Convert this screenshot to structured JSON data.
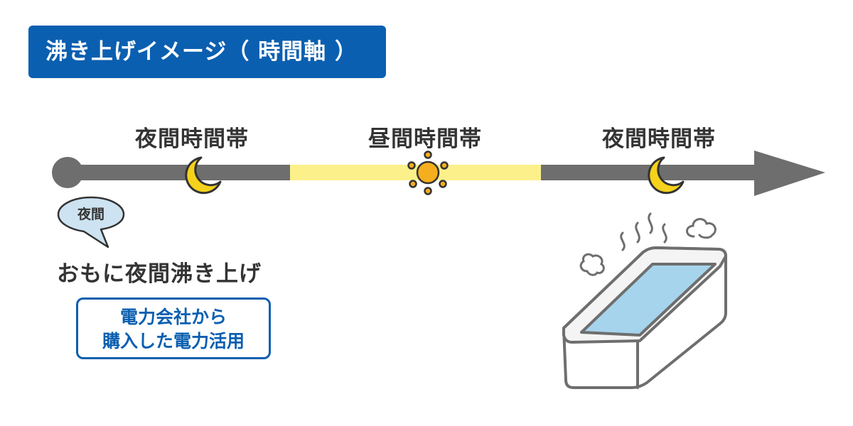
{
  "title": "沸き上げイメージ（ 時間軸 ）",
  "periods": {
    "night_1": "夜間時間帯",
    "day": "昼間時間帯",
    "night_2": "夜間時間帯"
  },
  "bubble": {
    "label": "夜間"
  },
  "caption": "おもに夜間沸き上げ",
  "source_box": {
    "line_1": "電力会社から",
    "line_2": "購入した電力活用"
  },
  "colors": {
    "banner_blue": "#0b5fb0",
    "timeline_gray": "#6e6e6e",
    "daytime_yellow": "#fbf08a",
    "moon_yellow": "#f6d21c",
    "sun_orange": "#f5ae1e",
    "bubble_fill": "#cde3f1",
    "water_blue": "#a6d4ec"
  },
  "icons": {
    "moon": "crescent-moon-icon",
    "sun": "sun-icon",
    "bathtub": "bathtub-icon",
    "steam": "steam-icon"
  }
}
